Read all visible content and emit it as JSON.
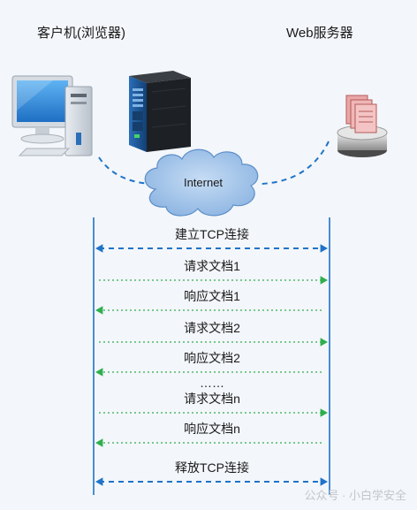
{
  "titles": {
    "client": "客户机(浏览器)",
    "server": "Web服务器"
  },
  "cloud": {
    "label": "Internet"
  },
  "messages": [
    {
      "label": "建立TCP连接",
      "direction": "both",
      "style": "blue-dashed"
    },
    {
      "label": "请求文档1",
      "direction": "to-server",
      "style": "green-dotted"
    },
    {
      "label": "响应文档1",
      "direction": "to-client",
      "style": "green-dotted"
    },
    {
      "label": "请求文档2",
      "direction": "to-server",
      "style": "green-dotted"
    },
    {
      "label": "响应文档2",
      "direction": "to-client",
      "style": "green-dotted"
    },
    {
      "label": "……",
      "direction": "none",
      "style": "text"
    },
    {
      "label": "请求文档n",
      "direction": "to-server",
      "style": "green-dotted"
    },
    {
      "label": "响应文档n",
      "direction": "to-client",
      "style": "green-dotted"
    },
    {
      "label": "释放TCP连接",
      "direction": "both",
      "style": "blue-dashed"
    }
  ],
  "watermark": "公众号 · 小白学安全",
  "colors": {
    "lifeline": "#1f73c8",
    "tcp_arrow": "#1f73c8",
    "data_arrow": "#2fae4e",
    "cloud_fill": "#9cc0e6",
    "background": "#f3f6fa"
  }
}
